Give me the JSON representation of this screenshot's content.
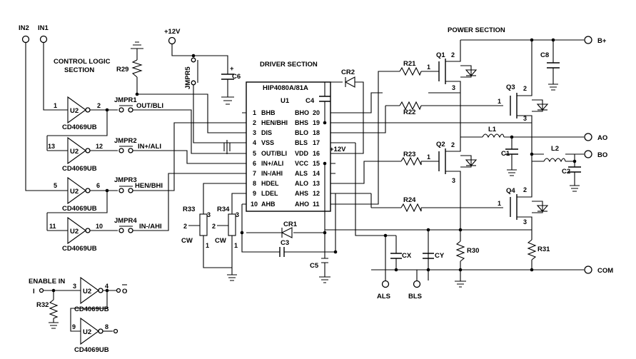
{
  "sections": {
    "control": [
      "CONTROL LOGIC",
      "SECTION"
    ],
    "driver": "DRIVER SECTION",
    "power": "POWER SECTION"
  },
  "supply": "+12V",
  "inputs": {
    "in2": "IN2",
    "in1": "IN1"
  },
  "terminals": {
    "bplus": "B+",
    "ao": "AO",
    "bo": "BO",
    "com": "COM",
    "als": "ALS",
    "bls": "BLS"
  },
  "ic": {
    "part": "HIP4080A/81A",
    "ref": "U1",
    "left_pins": [
      {
        "num": "1",
        "name": "BHB"
      },
      {
        "num": "2",
        "name": "HEN/BHI"
      },
      {
        "num": "3",
        "name": "DIS"
      },
      {
        "num": "4",
        "name": "VSS"
      },
      {
        "num": "5",
        "name": "OUT/BLI"
      },
      {
        "num": "6",
        "name": "IN+/ALI"
      },
      {
        "num": "7",
        "name": "IN-/AHI"
      },
      {
        "num": "8",
        "name": "HDEL"
      },
      {
        "num": "9",
        "name": "LDEL"
      },
      {
        "num": "10",
        "name": "AHB"
      }
    ],
    "right_pins": [
      {
        "num": "20",
        "name": "BHO"
      },
      {
        "num": "19",
        "name": "BHS"
      },
      {
        "num": "18",
        "name": "BLO"
      },
      {
        "num": "17",
        "name": "BLS"
      },
      {
        "num": "16",
        "name": "VDD"
      },
      {
        "num": "15",
        "name": "VCC"
      },
      {
        "num": "14",
        "name": "ALS"
      },
      {
        "num": "13",
        "name": "ALO"
      },
      {
        "num": "12",
        "name": "AHS"
      },
      {
        "num": "11",
        "name": "AHO"
      }
    ]
  },
  "inverters": [
    {
      "ref": "U2",
      "part": "CD4069UB",
      "in_pin": "1",
      "out_pin": "2"
    },
    {
      "ref": "U2",
      "part": "CD4069UB",
      "in_pin": "13",
      "out_pin": "12"
    },
    {
      "ref": "U2",
      "part": "CD4069UB",
      "in_pin": "5",
      "out_pin": "6"
    },
    {
      "ref": "U2",
      "part": "CD4069UB",
      "in_pin": "11",
      "out_pin": "10"
    },
    {
      "ref": "U2",
      "part": "CD4069UB",
      "in_pin": "3",
      "out_pin": "4"
    },
    {
      "ref": "U2",
      "part": "CD4069UB",
      "in_pin": "9",
      "out_pin": "8"
    }
  ],
  "jumpers": [
    {
      "ref": "JMPR1",
      "net": "OUT/BLI"
    },
    {
      "ref": "JMPR2",
      "net": "IN+/ALI"
    },
    {
      "ref": "JMPR3",
      "net": "HEN/BHI"
    },
    {
      "ref": "JMPR4",
      "net": "IN-/AHI"
    },
    {
      "ref": "JMPR5",
      "net": ""
    }
  ],
  "enable": {
    "title": "ENABLE IN",
    "in_label": "I",
    "out_label": "O",
    "out2_label": "O"
  },
  "resistors": {
    "r21": "R21",
    "r22": "R22",
    "r23": "R23",
    "r24": "R24",
    "r29": "R29",
    "r30": "R30",
    "r31": "R31",
    "r32": "R32",
    "r33": "R33",
    "r34": "R34"
  },
  "capacitors": {
    "c1": "C1",
    "c2": "C2",
    "c3": "C3",
    "c4": "C4",
    "c5": "C5",
    "c6": "C6",
    "c8": "C8",
    "cx": "CX",
    "cy": "CY"
  },
  "diodes": {
    "cr1": "CR1",
    "cr2": "CR2"
  },
  "inductors": {
    "l1": "L1",
    "l2": "L2"
  },
  "fets": {
    "q1": "Q1",
    "q2": "Q2",
    "q3": "Q3",
    "q4": "Q4"
  },
  "pot_label": "CW",
  "plus": "+",
  "gate_pin": "1",
  "drain_pin": "2",
  "source_pin": "3",
  "pot_pins": [
    "1",
    "2",
    "3"
  ]
}
